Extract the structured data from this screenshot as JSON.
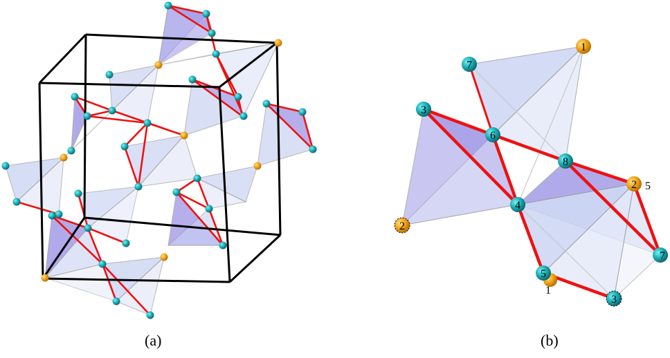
{
  "captions": {
    "a": "(a)",
    "b": "(b)"
  },
  "colors": {
    "cube": "#000000",
    "bond": "#ee1111",
    "tet_light": "#c9d3f3",
    "tet_dark": "#9e95e6",
    "edge": "#9a9a9a",
    "cyan_atom": "#1fb8bf",
    "orange_atom": "#f2a418"
  },
  "panel_b_atoms": {
    "a1": "1",
    "a7": "7",
    "a3": "3",
    "a6": "6",
    "a8": "8",
    "a2": "2",
    "a5side": "5",
    "a4": "4",
    "a2b": "2",
    "a5": "5",
    "a1b": "1",
    "a7b": "7",
    "a3b": "3"
  }
}
